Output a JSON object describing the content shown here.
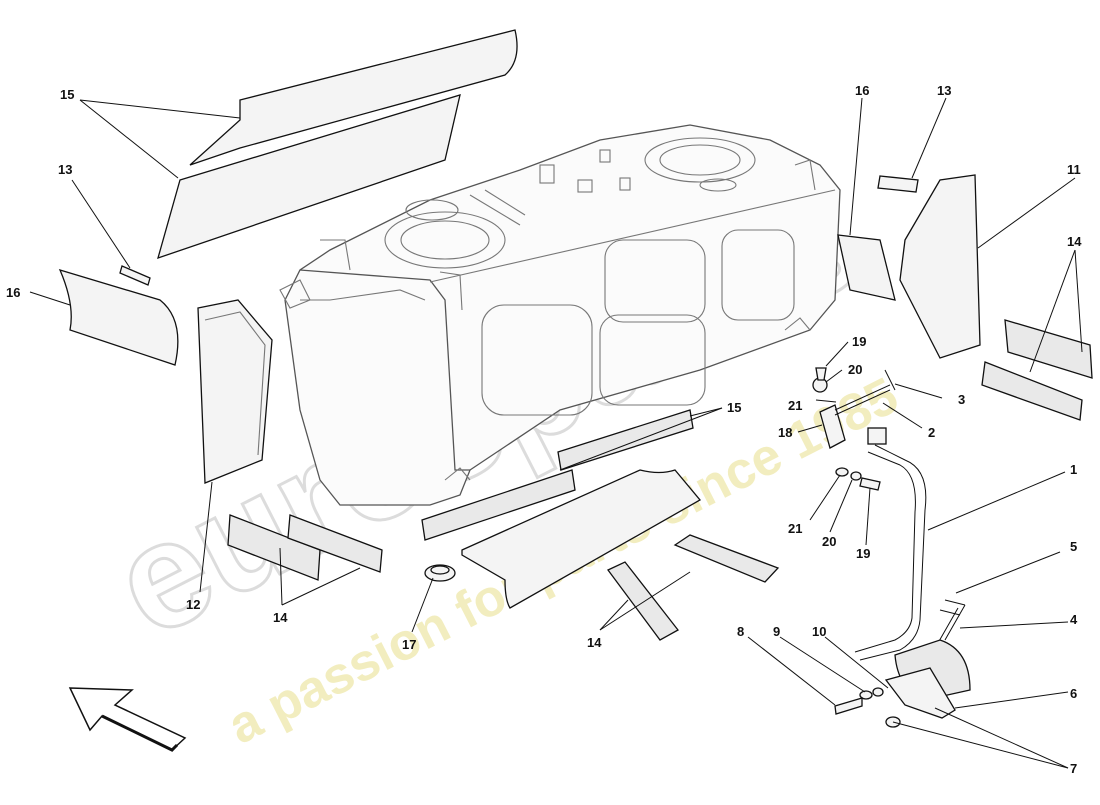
{
  "colors": {
    "linework": "#111111",
    "tank_outline": "#555555",
    "part_fill": "#f4f4f4",
    "watermark_main": "#dcdcdc",
    "watermark_sub": "#e9e3a0"
  },
  "watermark": {
    "brand": "eurospares",
    "tagline": "a passion for parts since 1985"
  },
  "callouts": [
    {
      "id": "c15a",
      "label": "15"
    },
    {
      "id": "c13a",
      "label": "13"
    },
    {
      "id": "c16a",
      "label": "16"
    },
    {
      "id": "c12",
      "label": "12"
    },
    {
      "id": "c14a",
      "label": "14"
    },
    {
      "id": "c17",
      "label": "17"
    },
    {
      "id": "c14b",
      "label": "14"
    },
    {
      "id": "c15b",
      "label": "15"
    },
    {
      "id": "c16b",
      "label": "16"
    },
    {
      "id": "c13b",
      "label": "13"
    },
    {
      "id": "c11",
      "label": "11"
    },
    {
      "id": "c14c",
      "label": "14"
    },
    {
      "id": "c19a",
      "label": "19"
    },
    {
      "id": "c20a",
      "label": "20"
    },
    {
      "id": "c21a",
      "label": "21"
    },
    {
      "id": "c3",
      "label": "3"
    },
    {
      "id": "c2",
      "label": "2"
    },
    {
      "id": "c18",
      "label": "18"
    },
    {
      "id": "c1",
      "label": "1"
    },
    {
      "id": "c21b",
      "label": "21"
    },
    {
      "id": "c20b",
      "label": "20"
    },
    {
      "id": "c19b",
      "label": "19"
    },
    {
      "id": "c5",
      "label": "5"
    },
    {
      "id": "c4",
      "label": "4"
    },
    {
      "id": "c8",
      "label": "8"
    },
    {
      "id": "c9",
      "label": "9"
    },
    {
      "id": "c10",
      "label": "10"
    },
    {
      "id": "c6",
      "label": "6"
    },
    {
      "id": "c7",
      "label": "7"
    }
  ],
  "icons": {
    "direction": "arrow-direction-icon"
  }
}
